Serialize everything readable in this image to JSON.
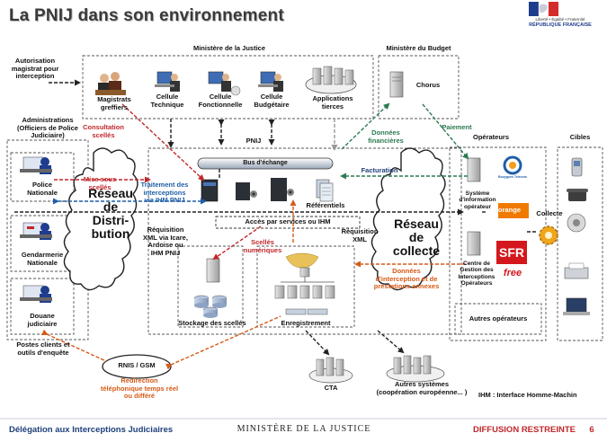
{
  "title": "La PNIJ dans son environnement",
  "republic": {
    "motto": "Liberté • Égalité • Fraternité",
    "name": "RÉPUBLIQUE FRANÇAISE"
  },
  "groups": {
    "ministere_justice": "Ministère de la Justice",
    "ministere_budget": "Ministère du Budget",
    "administrations": "Administrations\n(Officiers de Police\nJudiciaire)",
    "operateurs": "Opérateurs",
    "cibles": "Cibles",
    "pnij": "PNIJ"
  },
  "nodes": {
    "autorisation": "Autorisation\nmagistrat pour\ninterception",
    "magistrats": "Magistrats\ngreffiers",
    "cellule_tech": "Cellule\nTechnique",
    "cellule_fonc": "Cellule\nFonctionnelle",
    "cellule_budg": "Cellule\nBudgétaire",
    "applications": "Applications\ntierces",
    "chorus": "Chorus",
    "police": "Police\nNationale",
    "gendarmerie": "Gendarmerie\nNationale",
    "douane": "Douane\njudiciaire",
    "postes": "Postes clients et\noutils d'enquête",
    "reseau_distribution": "Réseau\nde\nDistri-\nbution",
    "reseau_collecte": "Réseau\nde\ncollecte",
    "bus": "Bus d'échange",
    "acces": "Accès par services ou IHM",
    "referentiels": "Référentiels",
    "stockage": "Stockage des scellés",
    "enregistrement": "Enregistrement",
    "systeme_info": "Système\nd'information\nopérateur",
    "centre_gestion": "Centre de\nGestion des\nInterceptions\nOpérateurs",
    "autres_operateurs": "Autres opérateurs",
    "collecte": "Collecte",
    "rnis": "RNIS / GSM",
    "cta": "CTA",
    "autres_systemes": "Autres systèmes\n(coopération européenne... )"
  },
  "flows": {
    "consultation": "Consultation\nscellés",
    "mise_sous": "Mise sous\nscellés",
    "traitement": "Traitement des\ninterceptions\nvia IHM PNIJ",
    "requisition_left": "Réquisition\nXML via Icare,\nArdoise ou\nIHM PNIJ",
    "requisition_right": "Réquisition\nXML",
    "scelles_num": "Scellés\nnumériques",
    "donnees_interception": "Données\nd'interception et de\nprestations annexes",
    "facturation": "Facturation",
    "donnees_fin": "Données\nfinancières",
    "paiement": "Paiement",
    "redirection": "Redirection\ntéléphonique temps réel\nou différé"
  },
  "operator_logos": {
    "bouygues": "Bouygues Telecom",
    "orange": "orange",
    "sfr": "SFR",
    "free": "free"
  },
  "ihm_note": "IHM : Interface Homme-Machin",
  "footer": {
    "left": "Délégation aux Interceptions Judiciaires",
    "center": "MINISTÈRE DE LA JUSTICE",
    "right": "DIFFUSION RESTREINTE",
    "page": "6"
  },
  "colors": {
    "title": "#3a3a3a",
    "red_flow": "#c2262b",
    "blue_flow": "#1f5fa8",
    "green_flow": "#2c7a52",
    "orange_flow": "#d55a16",
    "footer_blue": "#1d3f7a"
  }
}
